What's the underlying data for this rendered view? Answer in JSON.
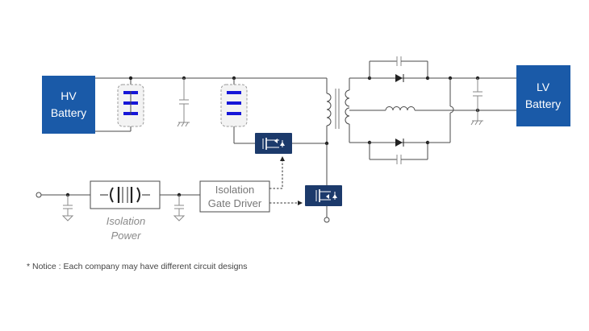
{
  "hv_battery": {
    "line1": "HV",
    "line2": "Battery"
  },
  "lv_battery": {
    "line1": "LV",
    "line2": "Battery"
  },
  "isolation_gate_driver": {
    "line1": "Isolation",
    "line2": "Gate Driver"
  },
  "isolation_power": {
    "line1": "Isolation",
    "line2": "Power"
  },
  "notice": "* Notice :  Each company may have different circuit designs",
  "colors": {
    "battery_blue": "#1a5aa8",
    "module_navy": "#1c3a6b",
    "cell_blue": "#1616d8",
    "wire": "#4a4a4a"
  }
}
